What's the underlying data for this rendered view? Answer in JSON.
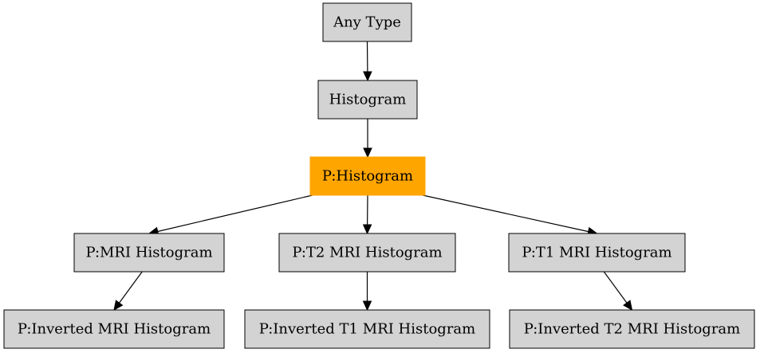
{
  "colors": {
    "default_fill": "#d3d3d3",
    "highlight_fill": "#ffa500",
    "stroke": "#000000",
    "background": "#ffffff"
  },
  "nodes": {
    "any_type": "Any Type",
    "histogram": "Histogram",
    "p_histogram": "P:Histogram",
    "p_mri_histogram": "P:MRI Histogram",
    "p_t2_mri_histogram": "P:T2 MRI Histogram",
    "p_t1_mri_histogram": "P:T1 MRI Histogram",
    "p_inverted_mri_histogram": "P:Inverted MRI Histogram",
    "p_inverted_t1_mri_histogram": "P:Inverted T1 MRI Histogram",
    "p_inverted_t2_mri_histogram": "P:Inverted T2 MRI Histogram"
  },
  "highlighted_node": "p_histogram",
  "edges": [
    [
      "any_type",
      "histogram"
    ],
    [
      "histogram",
      "p_histogram"
    ],
    [
      "p_histogram",
      "p_mri_histogram"
    ],
    [
      "p_histogram",
      "p_t2_mri_histogram"
    ],
    [
      "p_histogram",
      "p_t1_mri_histogram"
    ],
    [
      "p_mri_histogram",
      "p_inverted_mri_histogram"
    ],
    [
      "p_t2_mri_histogram",
      "p_inverted_t1_mri_histogram"
    ],
    [
      "p_t1_mri_histogram",
      "p_inverted_t2_mri_histogram"
    ]
  ]
}
